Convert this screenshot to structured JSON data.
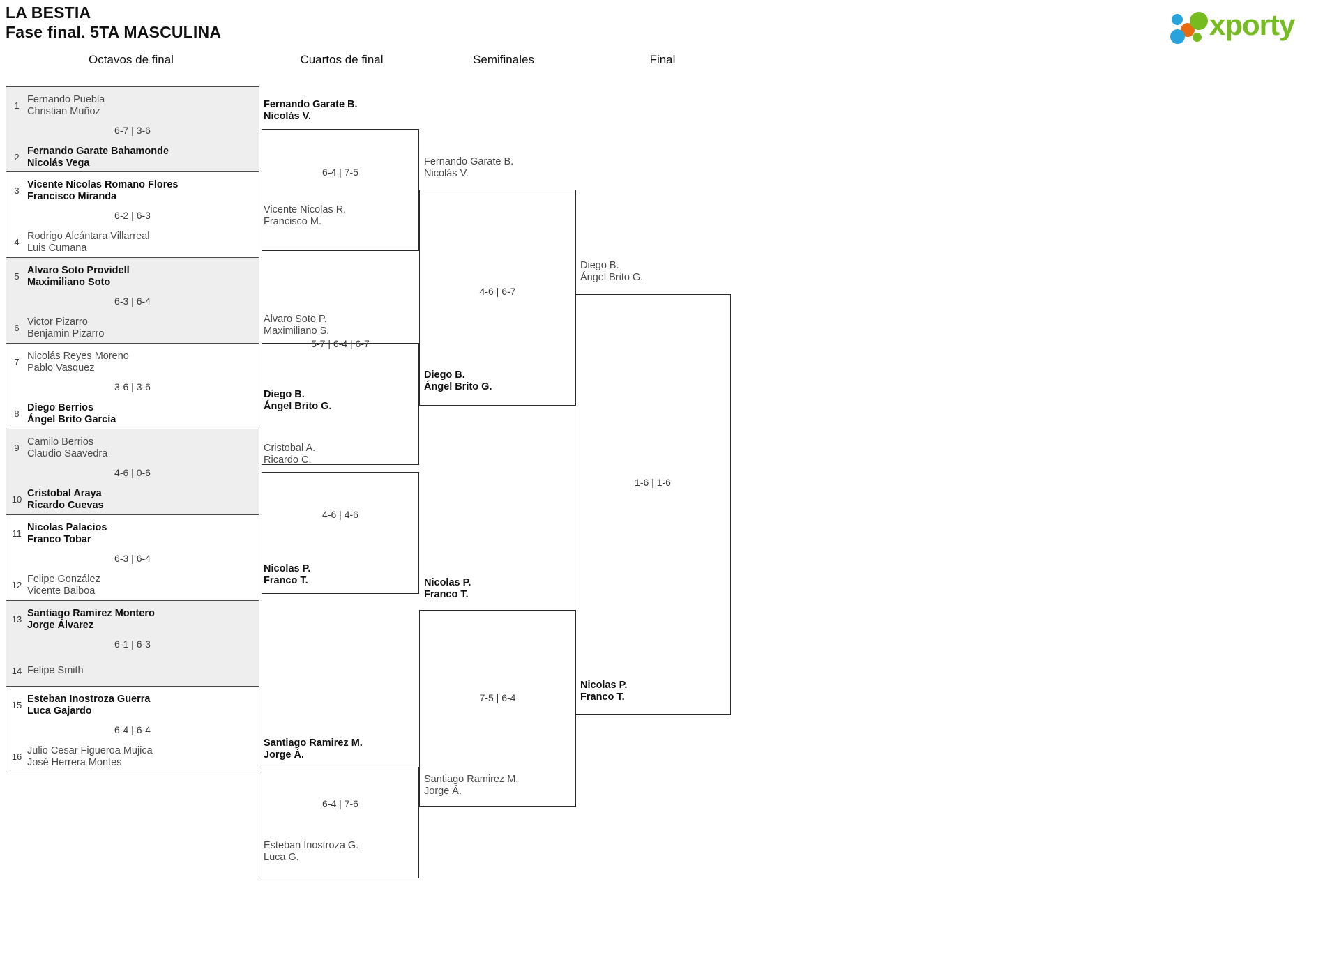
{
  "header": {
    "tournament": "LA BESTIA",
    "phase": "Fase final. 5TA MASCULINA",
    "logo_text": "xporty",
    "logo_colors": {
      "green": "#76bc21",
      "blue": "#29a3dc",
      "orange": "#ea6a10"
    }
  },
  "rounds": [
    {
      "label": "Octavos de final"
    },
    {
      "label": "Cuartos de final"
    },
    {
      "label": "Semifinales"
    },
    {
      "label": "Final"
    }
  ],
  "round1": {
    "matches": [
      {
        "shade": true,
        "score": "6-7 | 3-6",
        "top": {
          "seed": "1",
          "name1": "Fernando Puebla",
          "name2": "Christian Muñoz",
          "winner": false
        },
        "bottom": {
          "seed": "2",
          "name1": "Fernando Garate Bahamonde",
          "name2": "Nicolás Vega",
          "winner": true
        }
      },
      {
        "shade": false,
        "score": "6-2 | 6-3",
        "top": {
          "seed": "3",
          "name1": "Vicente Nicolas Romano Flores",
          "name2": "Francisco Miranda",
          "winner": true
        },
        "bottom": {
          "seed": "4",
          "name1": "Rodrigo Alcántara Villarreal",
          "name2": "Luis Cumana",
          "winner": false
        }
      },
      {
        "shade": true,
        "score": "6-3 | 6-4",
        "top": {
          "seed": "5",
          "name1": "Alvaro Soto Providell",
          "name2": "Maximiliano Soto",
          "winner": true
        },
        "bottom": {
          "seed": "6",
          "name1": "Victor Pizarro",
          "name2": "Benjamin Pizarro",
          "winner": false
        }
      },
      {
        "shade": false,
        "score": "3-6 | 3-6",
        "top": {
          "seed": "7",
          "name1": "Nicolás Reyes Moreno",
          "name2": "Pablo Vasquez",
          "winner": false
        },
        "bottom": {
          "seed": "8",
          "name1": "Diego Berrios",
          "name2": "Ángel Brito García",
          "winner": true
        }
      },
      {
        "shade": true,
        "score": "4-6 | 0-6",
        "top": {
          "seed": "9",
          "name1": "Camilo Berrios",
          "name2": "Claudio Saavedra",
          "winner": false
        },
        "bottom": {
          "seed": "10",
          "name1": "Cristobal Araya",
          "name2": "Ricardo Cuevas",
          "winner": true
        }
      },
      {
        "shade": false,
        "score": "6-3 | 6-4",
        "top": {
          "seed": "11",
          "name1": "Nicolas Palacios",
          "name2": "Franco Tobar",
          "winner": true
        },
        "bottom": {
          "seed": "12",
          "name1": "Felipe González",
          "name2": "Vicente Balboa",
          "winner": false
        }
      },
      {
        "shade": true,
        "score": "6-1 | 6-3",
        "top": {
          "seed": "13",
          "name1": "Santiago Ramirez Montero",
          "name2": "Jorge Álvarez",
          "winner": true
        },
        "bottom": {
          "seed": "14",
          "name1": "Felipe Smith",
          "name2": "",
          "winner": false
        }
      },
      {
        "shade": false,
        "score": "6-4 | 6-4",
        "top": {
          "seed": "15",
          "name1": "Esteban Inostroza Guerra",
          "name2": "Luca Gajardo",
          "winner": true
        },
        "bottom": {
          "seed": "16",
          "name1": "Julio Cesar Figueroa Mujica",
          "name2": "José Herrera Montes",
          "winner": false
        }
      }
    ]
  },
  "round2": {
    "matches": [
      {
        "score": "6-4 | 7-5",
        "top": {
          "name1": "Fernando Garate B.",
          "name2": "Nicolás V.",
          "winner": true
        },
        "bottom": {
          "name1": "Vicente Nicolas R.",
          "name2": "Francisco M.",
          "winner": false
        }
      },
      {
        "score": "5-7 | 6-4 | 6-7",
        "top": {
          "name1": "Alvaro Soto P.",
          "name2": "Maximiliano S.",
          "winner": false
        },
        "bottom": {
          "name1": "Diego B.",
          "name2": "Ángel Brito G.",
          "winner": true
        }
      },
      {
        "score": "4-6 | 4-6",
        "top": {
          "name1": "Cristobal A.",
          "name2": "Ricardo C.",
          "winner": false
        },
        "bottom": {
          "name1": "Nicolas P.",
          "name2": "Franco T.",
          "winner": true
        }
      },
      {
        "score": "6-4 | 7-6",
        "top": {
          "name1": "Santiago Ramirez M.",
          "name2": "Jorge Á.",
          "winner": true
        },
        "bottom": {
          "name1": "Esteban Inostroza G.",
          "name2": "Luca G.",
          "winner": false
        }
      }
    ]
  },
  "round3": {
    "matches": [
      {
        "score": "4-6 | 6-7",
        "top": {
          "name1": "Fernando Garate B.",
          "name2": "Nicolás V.",
          "winner": false
        },
        "bottom": {
          "name1": "Diego B.",
          "name2": "Ángel Brito G.",
          "winner": true
        }
      },
      {
        "score": "7-5 | 6-4",
        "top": {
          "name1": "Nicolas P.",
          "name2": "Franco T.",
          "winner": true
        },
        "bottom": {
          "name1": "Santiago Ramirez M.",
          "name2": "Jorge Á.",
          "winner": false
        }
      }
    ]
  },
  "round4": {
    "matches": [
      {
        "score": "1-6 | 1-6",
        "top": {
          "name1": "Diego B.",
          "name2": "Ángel Brito G.",
          "winner": false
        },
        "bottom": {
          "name1": "Nicolas P.",
          "name2": "Franco T.",
          "winner": true
        }
      }
    ]
  }
}
